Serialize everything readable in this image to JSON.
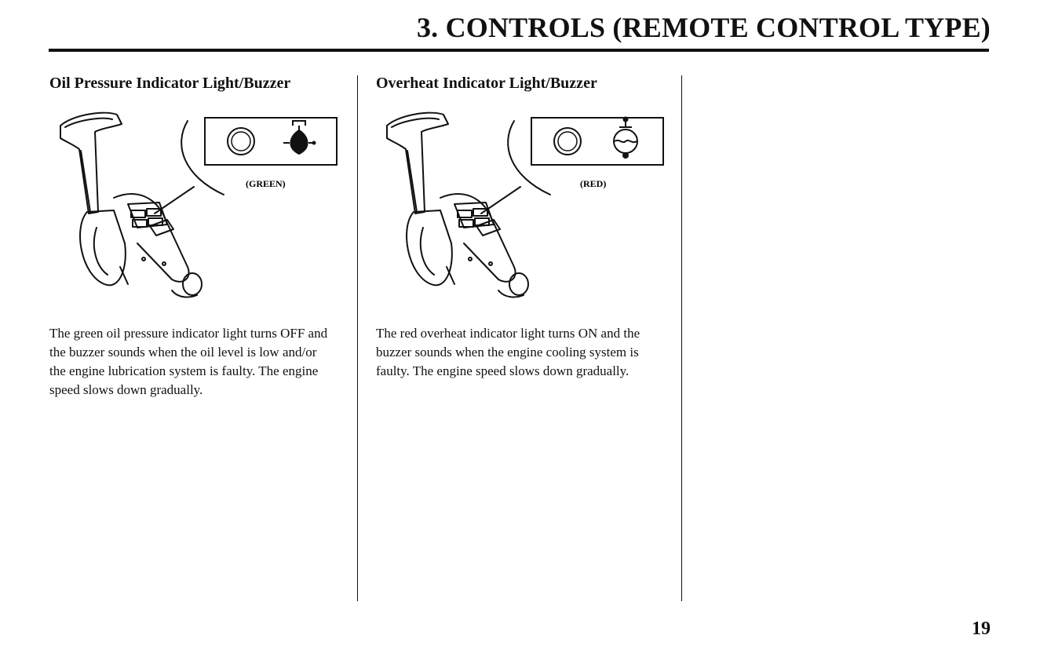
{
  "header": {
    "title": "3. CONTROLS (REMOTE CONTROL TYPE)"
  },
  "sections": [
    {
      "heading": "Oil Pressure Indicator Light/Buzzer",
      "indicator_label": "(GREEN)",
      "indicator_icon": "oil-pressure-icon",
      "body": "The green oil pressure indicator light turns OFF and the buzzer sounds when the oil level is low and/or the engine lubrication system is faulty. The engine speed slows down gradually."
    },
    {
      "heading": "Overheat Indicator Light/Buzzer",
      "indicator_label": "(RED)",
      "indicator_icon": "overheat-icon",
      "body": "The red overheat indicator light turns ON and the buzzer sounds when the engine cooling system is faulty. The engine speed slows down gradually."
    }
  ],
  "footer": {
    "page_number": "19"
  }
}
